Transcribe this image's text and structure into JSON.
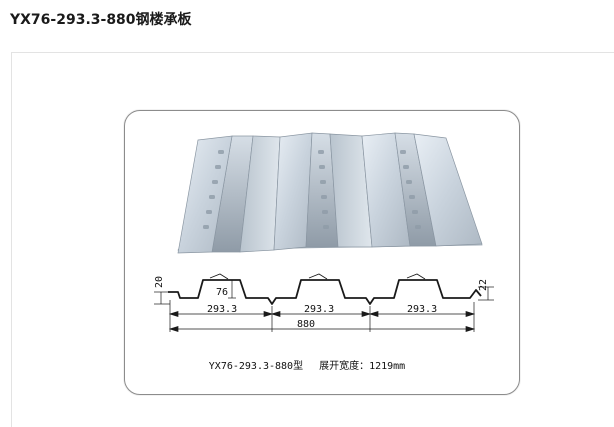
{
  "page": {
    "title": "YX76-293.3-880钢楼承板"
  },
  "figure": {
    "dimensions": {
      "left_height": "20",
      "rib_height": "76",
      "right_height": "22",
      "pitch_1": "293.3",
      "pitch_2": "293.3",
      "pitch_3": "293.3",
      "cover_width": "880"
    },
    "caption": {
      "model": "YX76-293.3-880型",
      "width_label": "展开宽度：1219mm"
    }
  }
}
